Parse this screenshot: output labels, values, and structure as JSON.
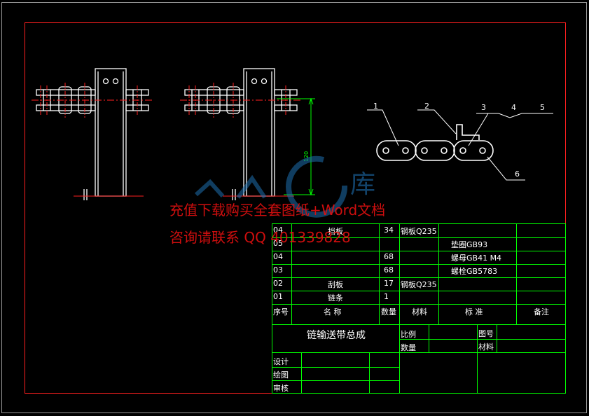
{
  "drawing": {
    "dimension_value": "120",
    "callouts": [
      "1",
      "2",
      "3",
      "4",
      "5",
      "6"
    ]
  },
  "watermark": {
    "line1": "充值下载购买全套图纸+Word文档",
    "line2": "咨询请联系 QQ 401339828",
    "logo_text": "库"
  },
  "parts_list": {
    "rows": [
      {
        "no": "04",
        "name": "挡板",
        "qty": "34",
        "material": "钢板Q235",
        "standard": "",
        "note": ""
      },
      {
        "no": "05",
        "name": "",
        "qty": "",
        "material": "",
        "standard": "垫圈GB93",
        "note": ""
      },
      {
        "no": "04",
        "name": "",
        "qty": "68",
        "material": "",
        "standard": "螺母GB41 M4",
        "note": ""
      },
      {
        "no": "03",
        "name": "",
        "qty": "68",
        "material": "",
        "standard": "螺栓GB5783",
        "note": ""
      },
      {
        "no": "02",
        "name": "刮板",
        "qty": "17",
        "material": "钢板Q235",
        "standard": "",
        "note": ""
      },
      {
        "no": "01",
        "name": "链条",
        "qty": "1",
        "material": "",
        "standard": "",
        "note": ""
      }
    ],
    "header": {
      "no": "序号",
      "name": "名 称",
      "qty": "数量",
      "material": "材料",
      "standard": "标 准",
      "note": "备注"
    }
  },
  "title_block": {
    "title": "链输送带总成",
    "scale_label": "比例",
    "drawing_no_label": "图号",
    "qty_label": "数量",
    "material_label": "材料",
    "design_label": "设计",
    "draw_label": "绘图",
    "review_label": "审核"
  },
  "colors": {
    "background": "#000000",
    "frame": "#ff0000",
    "table": "#00ff00",
    "line": "#ffffff",
    "watermark": "#e01010",
    "logo": "#1e6fb0"
  }
}
